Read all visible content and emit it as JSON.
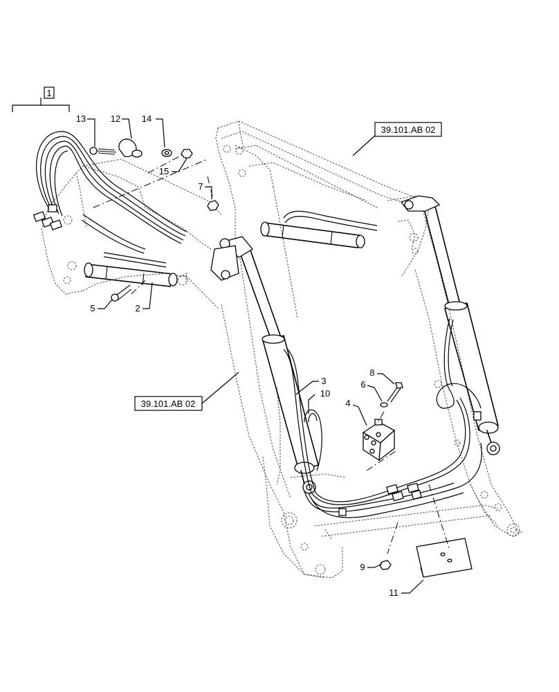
{
  "group_label": "1",
  "callouts": {
    "c2": "2",
    "c3": "3",
    "c4": "4",
    "c5": "5",
    "c6": "6",
    "c7": "7",
    "c8": "8",
    "c9": "9",
    "c10": "10",
    "c11": "11",
    "c12": "12",
    "c13": "13",
    "c14": "14",
    "c15": "15"
  },
  "references": {
    "top": "39.101.AB 02",
    "left": "39.101.AB 02"
  }
}
